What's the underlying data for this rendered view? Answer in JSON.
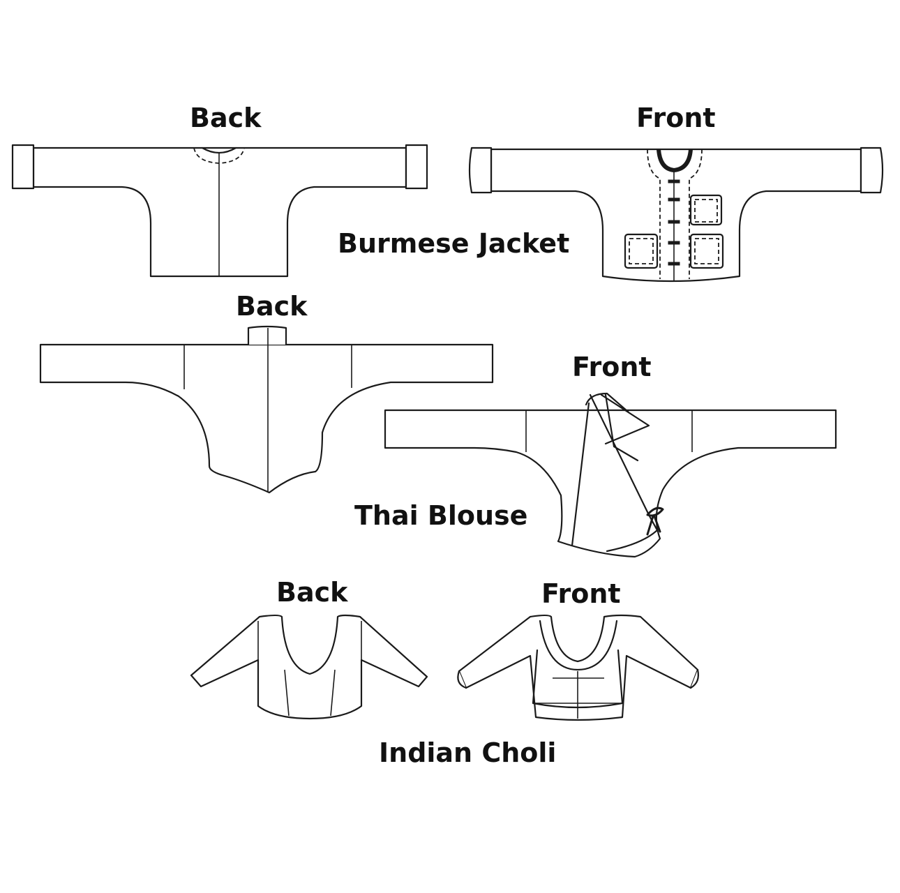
{
  "garments": {
    "burmese": {
      "name": "Burmese Jacket",
      "back_label": "Back",
      "front_label": "Front"
    },
    "thai": {
      "name": "Thai Blouse",
      "back_label": "Back",
      "front_label": "Front"
    },
    "choli": {
      "name": "Indian Choli",
      "back_label": "Back",
      "front_label": "Front"
    }
  },
  "colors": {
    "line": "#1a1a1a",
    "background": "#ffffff",
    "text": "#111111"
  }
}
